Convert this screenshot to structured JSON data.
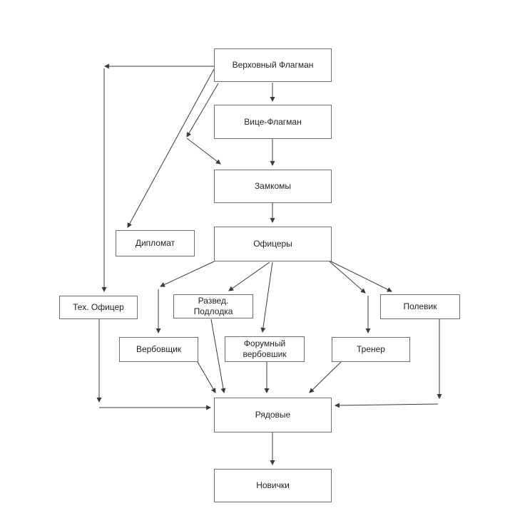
{
  "diagram": {
    "type": "org-hierarchy-flowchart",
    "language": "ru",
    "nodes": [
      {
        "id": "supreme-flagman",
        "label": "Верховный Флагман"
      },
      {
        "id": "vice-flagman",
        "label": "Вице-Флагман"
      },
      {
        "id": "zamkomy",
        "label": "Замкомы"
      },
      {
        "id": "officers",
        "label": "Офицеры"
      },
      {
        "id": "diplomat",
        "label": "Дипломат"
      },
      {
        "id": "tech-officer",
        "label": "Тех. Офицер"
      },
      {
        "id": "razved-podlodka",
        "label": "Развед. Подлодка"
      },
      {
        "id": "polevik",
        "label": "Полевик"
      },
      {
        "id": "verbovshchik",
        "label": "Вербовщик"
      },
      {
        "id": "forum-verbovshik",
        "label": "Форумный вербовшик"
      },
      {
        "id": "trener",
        "label": "Тренер"
      },
      {
        "id": "ryadovye",
        "label": "Рядовые"
      },
      {
        "id": "novichki",
        "label": "Новички"
      }
    ],
    "edges": [
      {
        "from": "supreme-flagman",
        "to": "vice-flagman",
        "style": "straight-arrow"
      },
      {
        "from": "vice-flagman",
        "to": "zamkomy",
        "style": "straight-arrow"
      },
      {
        "from": "zamkomy",
        "to": "officers",
        "style": "straight-arrow"
      },
      {
        "from": "supreme-flagman",
        "to": "diplomat",
        "style": "diagonal-arrow"
      },
      {
        "from": "supreme-flagman",
        "to": "zamkomy",
        "style": "bent-double-arrow"
      },
      {
        "from": "supreme-flagman",
        "to": "tech-officer",
        "style": "elbow-left-arrow"
      },
      {
        "from": "officers",
        "to": "verbovshchik",
        "style": "bent-arrow"
      },
      {
        "from": "officers",
        "to": "razved-podlodka",
        "style": "diagonal-arrow"
      },
      {
        "from": "officers",
        "to": "forum-verbovshik",
        "style": "diagonal-arrow"
      },
      {
        "from": "officers",
        "to": "trener",
        "style": "bent-arrow"
      },
      {
        "from": "officers",
        "to": "polevik",
        "style": "diagonal-arrow"
      },
      {
        "from": "tech-officer",
        "to": "ryadovye",
        "style": "elbow-arrow"
      },
      {
        "from": "verbovshchik",
        "to": "ryadovye",
        "style": "diagonal-arrow"
      },
      {
        "from": "razved-podlodka",
        "to": "ryadovye",
        "style": "diagonal-arrow"
      },
      {
        "from": "forum-verbovshik",
        "to": "ryadovye",
        "style": "straight-arrow"
      },
      {
        "from": "trener",
        "to": "ryadovye",
        "style": "diagonal-arrow"
      },
      {
        "from": "polevik",
        "to": "ryadovye",
        "style": "elbow-arrow"
      },
      {
        "from": "ryadovye",
        "to": "novichki",
        "style": "straight-arrow"
      }
    ],
    "colors": {
      "background": "#ffffff",
      "border": "#6e6e6e",
      "line": "#3a3a3a",
      "text": "#1f1f1f"
    }
  }
}
